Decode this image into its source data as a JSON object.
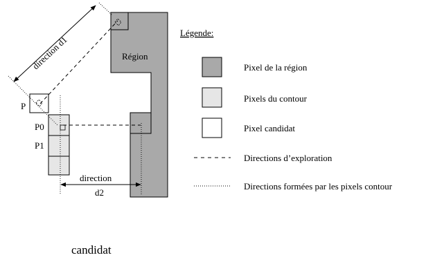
{
  "labels": {
    "region": "Région",
    "direction_d1": "direction d1",
    "direction_d2_line1": "direction",
    "direction_d2_line2": "d2",
    "point_p": "P",
    "point_p0": "P0",
    "point_p1": "P1",
    "candidate_caption": "candidat"
  },
  "legend": {
    "title": "Légende:",
    "items": [
      {
        "kind": "region-swatch",
        "label": "Pixel de la région",
        "color": "#a9a9a9"
      },
      {
        "kind": "contour-swatch",
        "label": "Pixels du contour",
        "color": "#e6e6e6"
      },
      {
        "kind": "candidate-swatch",
        "label": "Pixel candidat",
        "color": "#ffffff"
      },
      {
        "kind": "dashed-line",
        "label": "Directions d’exploration"
      },
      {
        "kind": "dotted-line",
        "label": "Directions formées par les pixels contour"
      }
    ]
  },
  "colors": {
    "region": "#a9a9a9",
    "contour": "#e6e6e6",
    "candidate": "#ffffff",
    "stroke": "#000000"
  }
}
